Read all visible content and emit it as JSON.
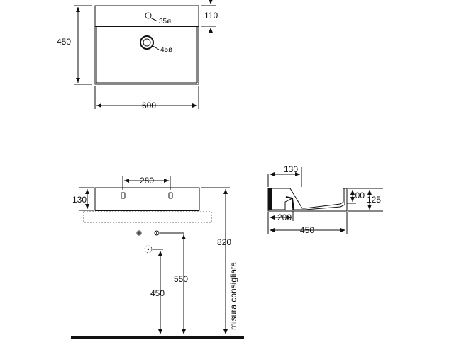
{
  "top_view": {
    "width": "600",
    "depth": "450",
    "deck": "110",
    "tap_hole": "35ø",
    "drain_hole": "45ø"
  },
  "front_view": {
    "height": "130",
    "holes_spacing": "280",
    "install_height": "820",
    "waste_height_upper": "550",
    "waste_height_lower": "450",
    "recommended_label": "misura consigliata"
  },
  "side_view": {
    "deck_depth": "130",
    "basin_depth": "200",
    "overall_depth": "450",
    "inner_height": "100",
    "overall_height": "125"
  }
}
